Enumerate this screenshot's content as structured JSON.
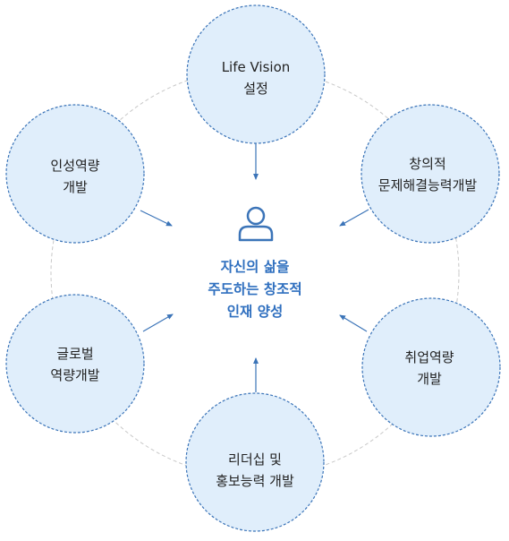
{
  "colors": {
    "node_fill": "#e0eefb",
    "node_stroke": "#3b74b8",
    "ring_stroke": "#c8c8c8",
    "arrow": "#3b74b8",
    "center_text": "#2f6fbf"
  },
  "center": {
    "icon": "person-icon",
    "lines": [
      "자신의 삶을",
      "주도하는 창조적",
      "인재 양성"
    ]
  },
  "nodes": [
    {
      "key": "life-vision",
      "lines": [
        "Life Vision",
        "설정"
      ]
    },
    {
      "key": "creative",
      "lines": [
        "창의적",
        "문제해결능력개발"
      ]
    },
    {
      "key": "employment",
      "lines": [
        "취업역량",
        "개발"
      ]
    },
    {
      "key": "leadership",
      "lines": [
        "리더십 및",
        "홍보능력 개발"
      ]
    },
    {
      "key": "global",
      "lines": [
        "글로벌",
        "역량개발"
      ]
    },
    {
      "key": "character",
      "lines": [
        "인성역량",
        "개발"
      ]
    }
  ]
}
